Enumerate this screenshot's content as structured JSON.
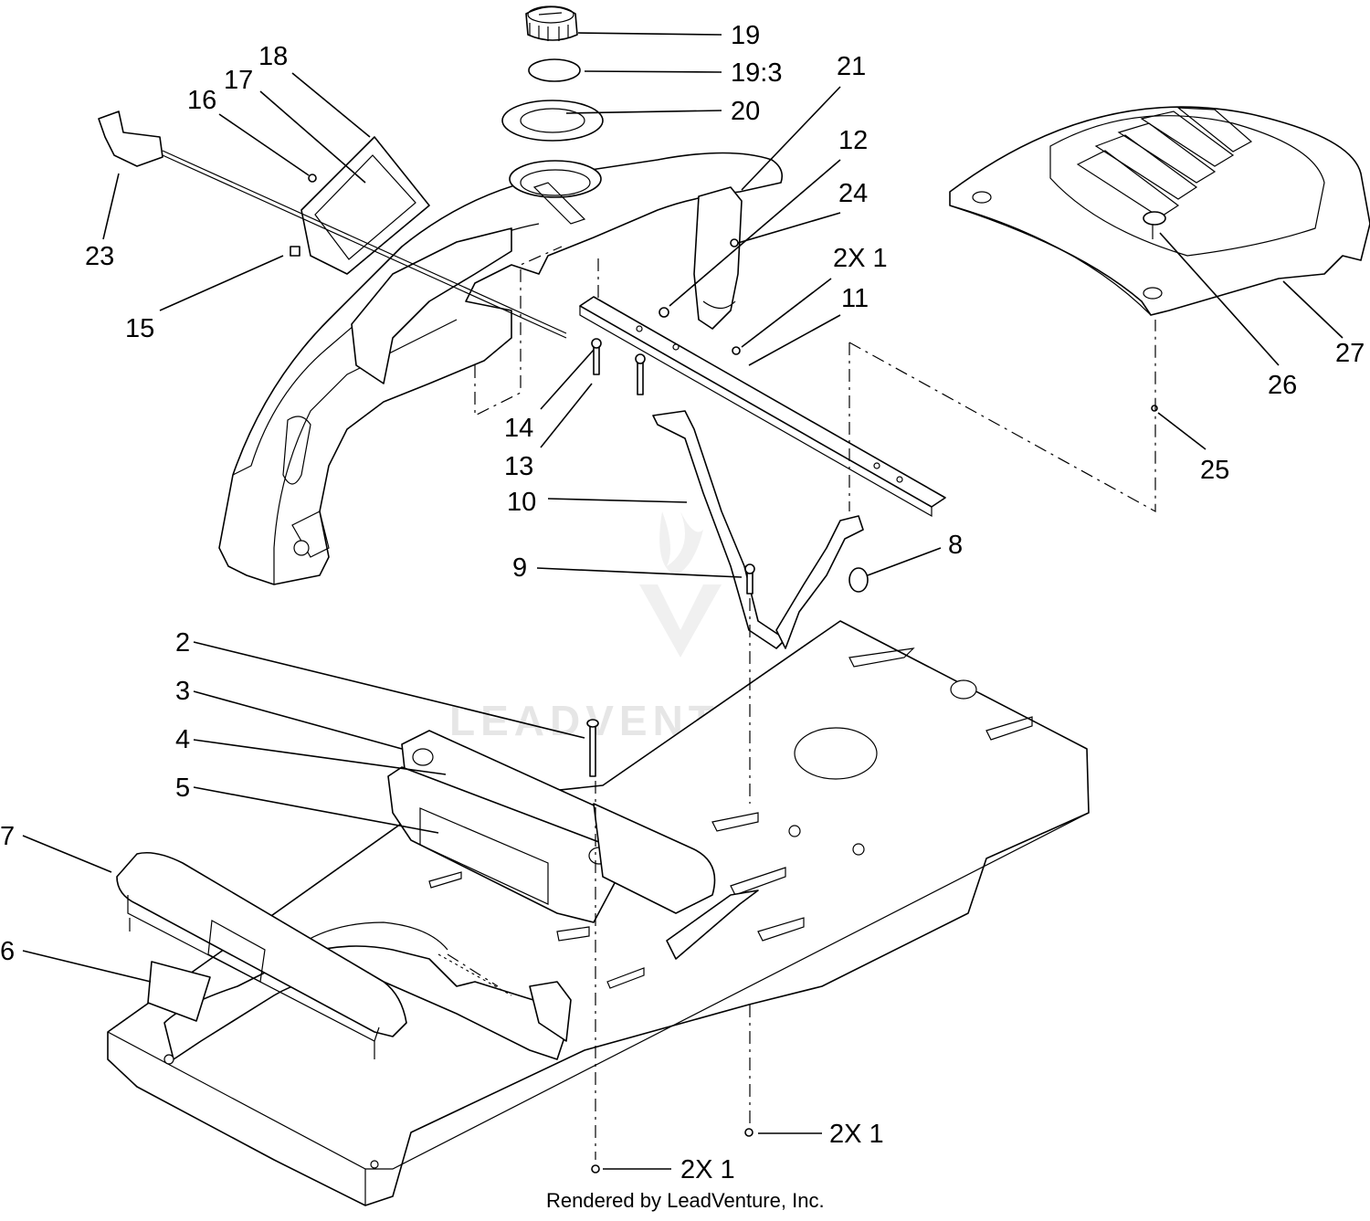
{
  "watermark": "LEADVENTURE",
  "credit": "Rendered by LeadVenture, Inc.",
  "callouts": [
    {
      "id": "c19",
      "text": "19"
    },
    {
      "id": "c19-3",
      "text": "19:3"
    },
    {
      "id": "c20",
      "text": "20"
    },
    {
      "id": "c21",
      "text": "21"
    },
    {
      "id": "c18",
      "text": "18"
    },
    {
      "id": "c17",
      "text": "17"
    },
    {
      "id": "c16",
      "text": "16"
    },
    {
      "id": "c23",
      "text": "23"
    },
    {
      "id": "c15",
      "text": "15"
    },
    {
      "id": "c12",
      "text": "12"
    },
    {
      "id": "c24",
      "text": "24"
    },
    {
      "id": "c2x1-a",
      "text": "2X 1"
    },
    {
      "id": "c11",
      "text": "11"
    },
    {
      "id": "c14",
      "text": "14"
    },
    {
      "id": "c13",
      "text": "13"
    },
    {
      "id": "c10",
      "text": "10"
    },
    {
      "id": "c9",
      "text": "9"
    },
    {
      "id": "c8",
      "text": "8"
    },
    {
      "id": "c26",
      "text": "26"
    },
    {
      "id": "c27",
      "text": "27"
    },
    {
      "id": "c25",
      "text": "25"
    },
    {
      "id": "c2",
      "text": "2"
    },
    {
      "id": "c3",
      "text": "3"
    },
    {
      "id": "c4",
      "text": "4"
    },
    {
      "id": "c5",
      "text": "5"
    },
    {
      "id": "c7",
      "text": "7"
    },
    {
      "id": "c6",
      "text": "6"
    },
    {
      "id": "c2x1-b",
      "text": "2X 1"
    },
    {
      "id": "c2x1-c",
      "text": "2X 1"
    }
  ]
}
